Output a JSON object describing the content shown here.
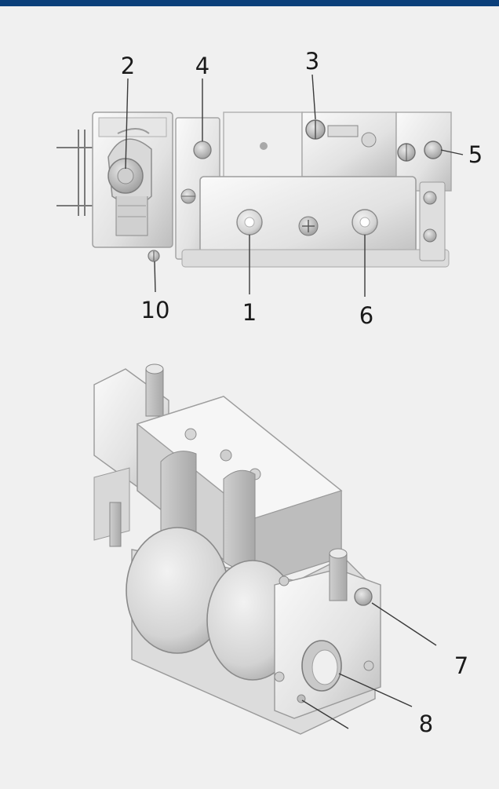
{
  "colors": {
    "top_bar": "#0b3f7a",
    "background": "#f0f0f0",
    "metal_light": "#f4f4f4",
    "metal_mid": "#d6d6d6",
    "metal_dark": "#9a9a9a",
    "label": "#1a1a1a"
  },
  "callouts": {
    "n1": "1",
    "n2": "2",
    "n3": "3",
    "n4": "4",
    "n5": "5",
    "n6": "6",
    "n7": "7",
    "n8": "8",
    "n10": "10"
  }
}
